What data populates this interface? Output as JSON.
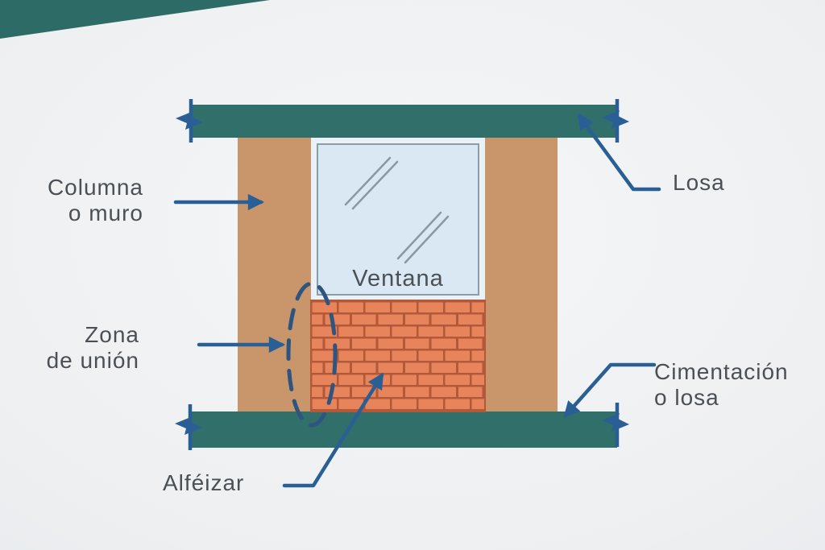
{
  "colors": {
    "background": "#EDEFF1",
    "corner_teal": "#2D6B66",
    "slab_teal": "#316F6A",
    "column_tan": "#C9966C",
    "brick_fill": "#E8845C",
    "brick_mortar": "#B2593A",
    "window_rim": "#EAF2F8",
    "window_glass": "#D9E8F2",
    "window_frame": "#8B9DA9",
    "glass_line": "#8A98A3",
    "arrow_blue": "#2A5F96",
    "ellipse_blue": "#2D5580",
    "label_text": "#4A5055"
  },
  "labels": {
    "columna": {
      "line1": "Columna",
      "line2": "o muro"
    },
    "zona": {
      "line1": "Zona",
      "line2": "de unión"
    },
    "alfeizar": "Alféizar",
    "ventana": "Ventana",
    "losa": "Losa",
    "cimentacion": {
      "line1": "Cimentación",
      "line2": "o losa"
    }
  }
}
